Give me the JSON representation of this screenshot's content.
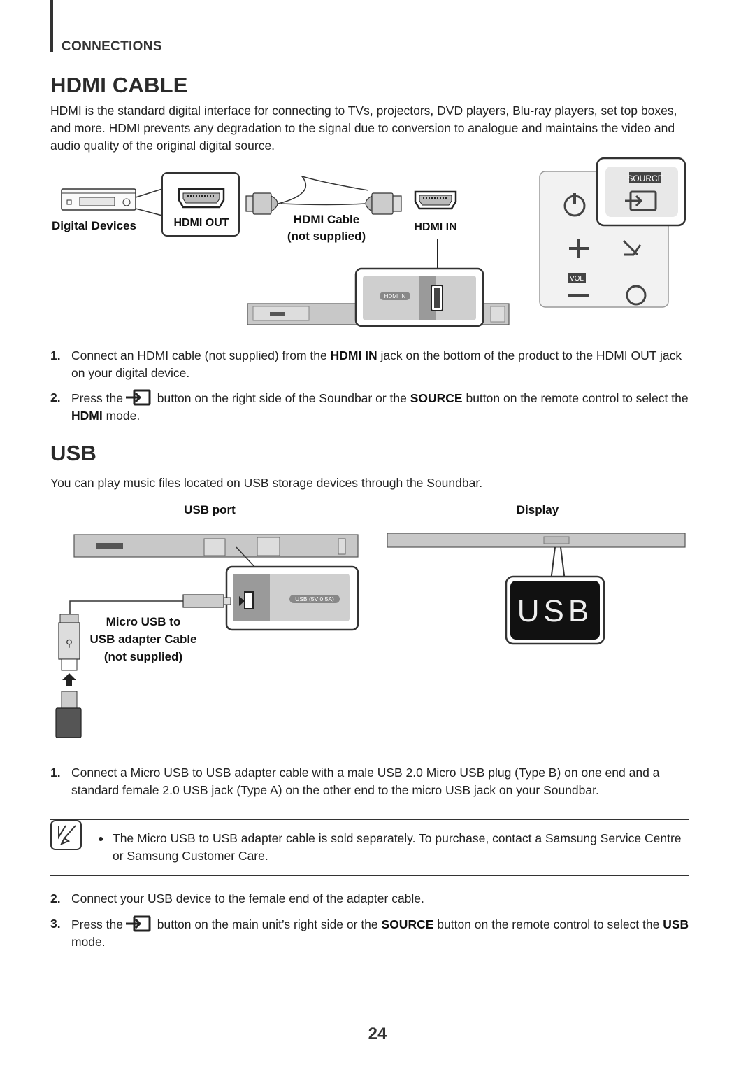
{
  "header": {
    "section": "CONNECTIONS"
  },
  "hdmi": {
    "title": "HDMI CABLE",
    "intro": "HDMI is the standard digital interface for connecting to TVs, projectors, DVD players, Blu-ray players, set top boxes, and more. HDMI prevents any degradation to the signal due to conversion to analogue and maintains the video and audio quality of the original digital source.",
    "diagram": {
      "digital_devices": "Digital Devices",
      "hdmi_out": "HDMI OUT",
      "cable_line1": "HDMI Cable",
      "cable_line2": "(not supplied)",
      "hdmi_in": "HDMI IN",
      "port_label": "HDMI IN",
      "remote_source": "SOURCE",
      "remote_vol": "VOL"
    },
    "steps": [
      {
        "num": "1.",
        "a": "Connect an HDMI cable (not supplied) from the ",
        "b": "HDMI IN",
        "c": " jack on the bottom of the product to the HDMI OUT jack on your digital device."
      },
      {
        "num": "2.",
        "a": "Press the",
        "b": " button on the right side of the Soundbar or the ",
        "c": "SOURCE",
        "d": " button on the remote control to select the ",
        "e": "HDMI",
        "f": " mode."
      }
    ]
  },
  "usb": {
    "title": "USB",
    "intro": "You can play music files located on USB storage devices through the Soundbar.",
    "diagram": {
      "usb_port": "USB port",
      "display": "Display",
      "cable_line1": "Micro USB to",
      "cable_line2": "USB adapter Cable",
      "cable_line3": "(not supplied)",
      "port_label": "USB (5V 0.5A)",
      "display_text": "USB"
    },
    "step1": {
      "num": "1.",
      "text": "Connect a Micro USB to USB adapter cable with a male USB 2.0 Micro USB plug (Type B) on one end and a standard female 2.0 USB jack (Type A) on the other end to the micro USB jack on your Soundbar."
    },
    "note": "The Micro USB to USB adapter cable is sold separately. To purchase, contact a Samsung Service Centre or Samsung Customer Care.",
    "step2": {
      "num": "2.",
      "text": "Connect your USB device to the female end of the adapter cable."
    },
    "step3": {
      "num": "3.",
      "a": "Press the",
      "b": " button on the main unit’s right side or the ",
      "c": "SOURCE",
      "d": " button on the remote control to select the ",
      "e": "USB",
      "f": " mode."
    }
  },
  "footer": {
    "page": "24"
  }
}
